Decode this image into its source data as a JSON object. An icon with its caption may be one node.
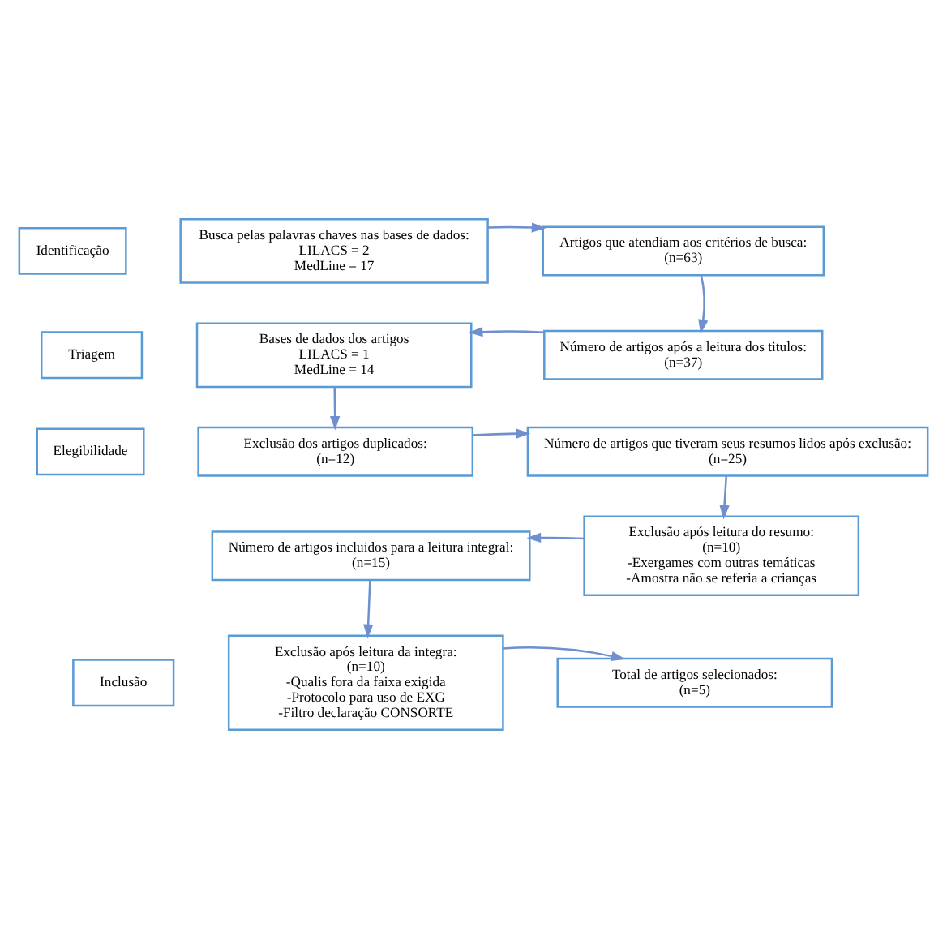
{
  "diagram": {
    "nodes": [
      {
        "text": [
          "Identificação"
        ]
      },
      {
        "text": [
          "Busca pelas palavras chaves nas bases de dados:",
          "LILACS = 2",
          "MedLine = 17"
        ]
      },
      {
        "text": [
          "Artigos que atendiam aos critérios de busca:",
          "(n=63)"
        ]
      },
      {
        "text": [
          "Triagem"
        ]
      },
      {
        "text": [
          "Bases de dados dos artigos",
          "LILACS = 1",
          "MedLine = 14"
        ]
      },
      {
        "text": [
          "Número de artigos após a leitura dos titulos:",
          "(n=37)"
        ]
      },
      {
        "text": [
          "Elegibilidade"
        ]
      },
      {
        "text": [
          "Exclusão dos artigos duplicados:",
          "(n=12)"
        ]
      },
      {
        "text": [
          "Número de artigos que tiveram seus resumos lidos após exclusão:",
          "(n=25)"
        ]
      },
      {
        "text": [
          "Número de artigos incluidos para a leitura integral:",
          "(n=15)"
        ]
      },
      {
        "text": [
          "Exclusão após leitura do resumo:",
          "(n=10)",
          "-Exergames com outras temáticas",
          "-Amostra não se referia a crianças"
        ]
      },
      {
        "text": [
          "Inclusão"
        ]
      },
      {
        "text": [
          "Exclusão após leitura da integra:",
          "(n=10)",
          "-Qualis fora da faixa exigida",
          "-Protocolo para uso de EXG",
          "-Filtro declaração CONSORTE"
        ]
      },
      {
        "text": [
          "Total de artigos selecionados:",
          "(n=5)"
        ]
      }
    ],
    "edges": [
      {
        "from": 1,
        "to": 2,
        "arrow": "to"
      },
      {
        "from": 2,
        "to": 5,
        "arrow": "to"
      },
      {
        "from": 5,
        "to": 4,
        "arrow": "to"
      },
      {
        "from": 4,
        "to": 7,
        "arrow": "to"
      },
      {
        "from": 7,
        "to": 8,
        "arrow": "to"
      },
      {
        "from": 8,
        "to": 10,
        "arrow": "to"
      },
      {
        "from": 10,
        "to": 9,
        "arrow": "to"
      },
      {
        "from": 9,
        "to": 12,
        "arrow": "to"
      },
      {
        "from": 12,
        "to": 13,
        "arrow": "to"
      }
    ]
  }
}
